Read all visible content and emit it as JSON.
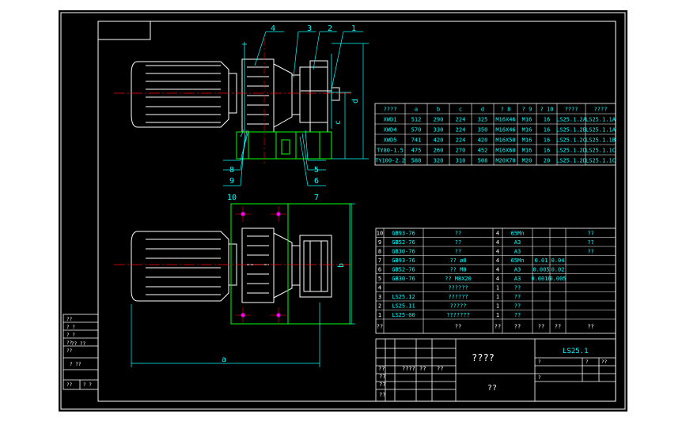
{
  "colors": {
    "background": "#000000",
    "border": "#ffffff",
    "lines": "#00ff00",
    "dims": "#00ffff",
    "centerline": "#ff0000",
    "motor": "#ffffff",
    "accent": "#ffff00"
  },
  "callouts_top": [
    "4",
    "3",
    "2",
    "1"
  ],
  "callouts_bottom": [
    "8",
    "9",
    "10",
    "5",
    "6",
    "7"
  ],
  "dims": {
    "d": "d",
    "c": "c",
    "b": "b",
    "a": "a"
  },
  "size_table": {
    "headers": [
      "????",
      "a",
      "b",
      "c",
      "d",
      "? 8",
      "? 9",
      "? 10",
      "????",
      "????"
    ],
    "rows": [
      [
        "XWD1",
        "512",
        "290",
        "224",
        "325",
        "M16X46",
        "M16",
        "16",
        "LS25.1.2A",
        "LS25.1.1A"
      ],
      [
        "XWD4",
        "570",
        "330",
        "224",
        "350",
        "M16X46",
        "M16",
        "16",
        "LS25.1.2B",
        "LS25.1.1A"
      ],
      [
        "XWD5",
        "741",
        "420",
        "224",
        "420",
        "M16X50",
        "M16",
        "16",
        "LS25.1.2C",
        "LS25.1.1B"
      ],
      [
        "TY80-1.5",
        "475",
        "260",
        "270",
        "452",
        "M16X60",
        "M16",
        "16",
        "LS25.1.2D",
        "LS25.1.1C"
      ],
      [
        "TY100-2.2",
        "588",
        "320",
        "310",
        "508",
        "M20X70",
        "M20",
        "20",
        "LS25.1.2D",
        "LS25.1.1C"
      ]
    ]
  },
  "parts_list": {
    "rows": [
      [
        "10",
        "GB93-76",
        "??",
        "4",
        "65Mn",
        "",
        "",
        "??"
      ],
      [
        "9",
        "GB52-76",
        "??",
        "4",
        "A3",
        "",
        "",
        "??"
      ],
      [
        "8",
        "GB30-76",
        "??",
        "4",
        "A3",
        "",
        "",
        "??"
      ],
      [
        "7",
        "GB93-76",
        "?? ø8",
        "4",
        "65Mn",
        "0.01",
        "0.04",
        ""
      ],
      [
        "6",
        "GB52-76",
        "?? M8",
        "4",
        "A3",
        "0.005",
        "0.02",
        ""
      ],
      [
        "5",
        "GB30-76",
        "?? M8X20",
        "4",
        "A3",
        "0.0016",
        "0.005",
        ""
      ],
      [
        "4",
        "",
        "??????",
        "1",
        "??",
        "",
        "",
        ""
      ],
      [
        "3",
        "LS25.12",
        "??????",
        "1",
        "??",
        "",
        "",
        ""
      ],
      [
        "2",
        "LS25.11",
        "?????",
        "1",
        "??",
        "",
        "",
        ""
      ],
      [
        "1",
        "LS25-00",
        "???????",
        "1",
        "??",
        "",
        "",
        ""
      ]
    ],
    "header": [
      "??",
      "",
      "??",
      "??",
      "??",
      "??",
      "??",
      "??"
    ]
  },
  "title_block": {
    "drawing_title": "????",
    "drawing_number": "LS25.1",
    "company": "??",
    "mini_labels": [
      "??",
      "????",
      "??",
      "??"
    ],
    "row_labels": [
      "??",
      "??",
      "??"
    ],
    "scale_cells": [
      "?",
      "?",
      "??",
      "?"
    ]
  },
  "left_strip": [
    "??",
    "? ?",
    "? ?",
    "??",
    "??",
    "?? ??",
    "? ??",
    "??",
    "? ?"
  ]
}
